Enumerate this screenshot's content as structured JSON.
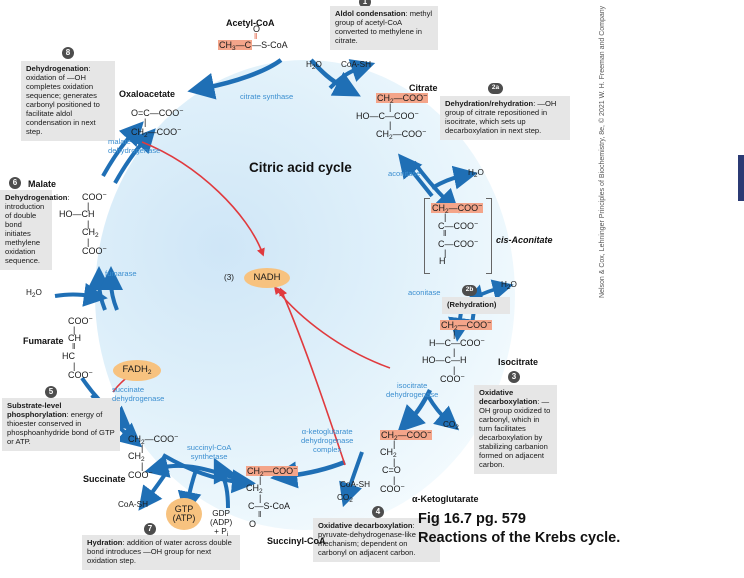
{
  "figure": {
    "cycle_title": "Citric acid cycle",
    "caption_line1": "Fig 16.7 pg. 579",
    "caption_line2": "Reactions of the Krebs cycle.",
    "credit": "Nelson & Cox, Lehninger Principles of Biochemistry, 8e, © 2021 W. H. Freeman and Company"
  },
  "colors": {
    "highlight": "#f4a58a",
    "enzyme_text": "#3c8fd0",
    "arrow_blue": "#1f6fb5",
    "arrow_red": "#e03a3e",
    "note_bg": "#e6e6e6",
    "badge_orange": "#f7c27f",
    "disc_blue": "#cfe6f7",
    "sliver_navy": "#2b3a74"
  },
  "metabolites": {
    "acetyl_coa": {
      "name": "Acetyl-CoA",
      "lines": [
        "O",
        "‖",
        "CH3—C—S-CoA"
      ]
    },
    "oxaloacetate": {
      "name": "Oxaloacetate",
      "lines": [
        "O═C—COO−",
        "|",
        "CH2—COO−"
      ]
    },
    "citrate": {
      "name": "Citrate",
      "lines": [
        "CH2—COO−",
        "|",
        "HO—C—COO−",
        "|",
        "CH2—COO−"
      ]
    },
    "cis_aconitate": {
      "name": "cis-Aconitate",
      "lines": [
        "CH2—COO−",
        "|",
        "C—COO−",
        "‖",
        "C—COO−",
        "|",
        "H"
      ]
    },
    "isocitrate": {
      "name": "Isocitrate",
      "lines": [
        "CH2—COO−",
        "|",
        "H—C—COO−",
        "|",
        "HO—C—H",
        "|",
        "COO−"
      ]
    },
    "alpha_ketoglutarate": {
      "name": "α-Ketoglutarate",
      "lines": [
        "CH2—COO−",
        "|",
        "CH2",
        "|",
        "C═O",
        "|",
        "COO−"
      ]
    },
    "succinyl_coa": {
      "name": "Succinyl-CoA",
      "lines": [
        "CH2—COO−",
        "|",
        "CH2",
        "|",
        "C—S-CoA",
        "‖",
        "O"
      ]
    },
    "succinate": {
      "name": "Succinate",
      "lines": [
        "CH2—COO−",
        "|",
        "CH2",
        "|",
        "COO−"
      ]
    },
    "fumarate": {
      "name": "Fumarate",
      "lines": [
        "COO−",
        "|",
        "CH",
        "‖",
        "HC",
        "|",
        "COO−"
      ]
    },
    "malate": {
      "name": "Malate",
      "lines": [
        "COO−",
        "|",
        "HO—CH",
        "|",
        "CH2",
        "|",
        "COO−"
      ]
    }
  },
  "enzymes": [
    {
      "id": "citrate-synthase",
      "label": "citrate synthase"
    },
    {
      "id": "aconitase-1",
      "label": "aconitase"
    },
    {
      "id": "aconitase-2",
      "label": "aconitase"
    },
    {
      "id": "isocitrate-dehydrogenase",
      "label": "isocitrate\ndehydrogenase"
    },
    {
      "id": "alpha-ketoglutarate-dehydrogenase-complex",
      "label": "α-ketoglutarate\ndehydrogenase\ncomplex"
    },
    {
      "id": "succinyl-coa-synthetase",
      "label": "succinyl-CoA\nsynthetase"
    },
    {
      "id": "succinate-dehydrogenase",
      "label": "succinate\ndehydrogenase"
    },
    {
      "id": "fumarase",
      "label": "fumarase"
    },
    {
      "id": "malate-dehydrogenase",
      "label": "malate\ndehydrogenase"
    }
  ],
  "cofactors": {
    "nadh": "(3) NADH",
    "fadh2": "FADH2",
    "gtp_atp": "GTP\n(ATP)",
    "gdp_adp_pi": "GDP\n(ADP)\n+ Pi",
    "h2o_1": "H2O",
    "h2o_2": "H2O",
    "h2o_3": "H2O",
    "h2o_4": "H2O",
    "coash_1": "CoA-SH",
    "coash_2": "CoA-SH",
    "coash_3": "CoA-SH",
    "co2_1": "CO2",
    "co2_2": "CO2",
    "rehydration": "(Rehydration)"
  },
  "steps": [
    {
      "num": "1",
      "id": "aldol-condensation",
      "title": "Aldol condensation",
      "body": "methyl group of acetyl-CoA converted to methylene in citrate."
    },
    {
      "num": "2a",
      "id": "dehydration-rehydration",
      "title": "Dehydration/rehydration",
      "body": "—OH group of citrate repositioned in isocitrate, which sets up decarboxylation in next step."
    },
    {
      "num": "2b",
      "id": "rehydration-step",
      "title": "",
      "body": "(Rehydration)"
    },
    {
      "num": "3",
      "id": "oxidative-decarboxylation-isocitrate",
      "title": "Oxidative decarboxylation",
      "body": "—OH group oxidized to carbonyl, which in turn facilitates decarboxylation by stabilizing carbanion formed on adjacent carbon."
    },
    {
      "num": "4",
      "id": "oxidative-decarboxylation-ketoglutarate",
      "title": "Oxidative decarboxylation",
      "body": "pyruvate-dehydrogenase-like mechanism; dependent on carbonyl on adjacent carbon."
    },
    {
      "num": "5",
      "id": "substrate-level-phosphorylation",
      "title": "Substrate-level phosphorylation",
      "body": "energy of thioester conserved in phosphoanhydride bond of GTP or ATP."
    },
    {
      "num": "6",
      "id": "dehydrogenation-succinate",
      "title": "Dehydrogenation",
      "body": "introduction of double bond initiates methylene oxidation sequence."
    },
    {
      "num": "7",
      "id": "hydration",
      "title": "Hydration",
      "body": "addition of water across double bond introduces —OH group for next oxidation step."
    },
    {
      "num": "8",
      "id": "dehydrogenation-malate",
      "title": "Dehydrogenation",
      "body": "oxidation of —OH completes oxidation sequence; generates carbonyl positioned to facilitate aldol condensation in next step."
    }
  ]
}
